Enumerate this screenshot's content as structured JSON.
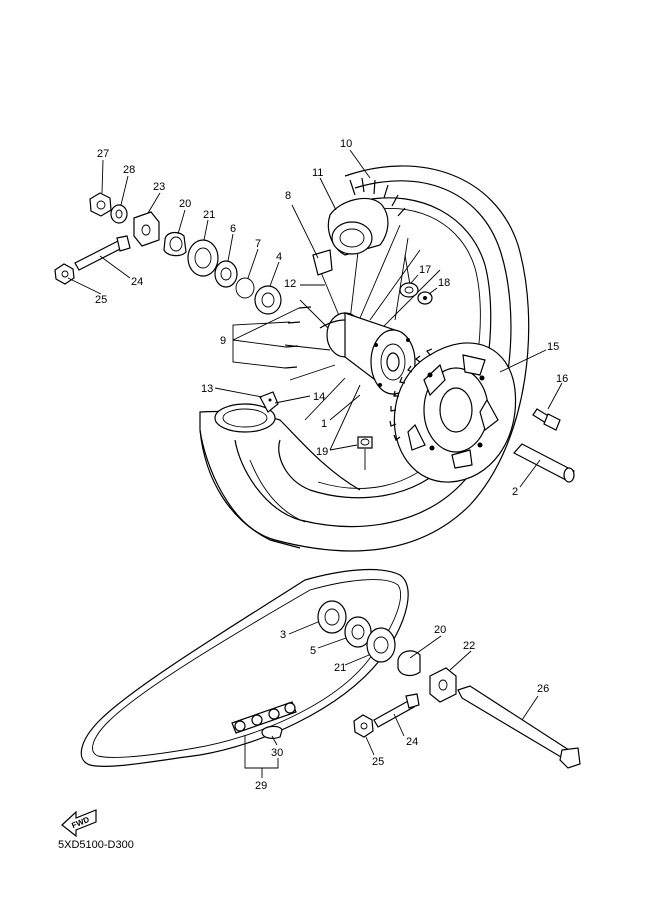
{
  "diagram": {
    "code": "5XD5100-D300",
    "fwd_label": "FWD",
    "callouts": [
      {
        "id": "c27",
        "text": "27"
      },
      {
        "id": "c28",
        "text": "28"
      },
      {
        "id": "c23",
        "text": "23"
      },
      {
        "id": "c20a",
        "text": "20"
      },
      {
        "id": "c21a",
        "text": "21"
      },
      {
        "id": "c6",
        "text": "6"
      },
      {
        "id": "c7",
        "text": "7"
      },
      {
        "id": "c4",
        "text": "4"
      },
      {
        "id": "c24a",
        "text": "24"
      },
      {
        "id": "c25a",
        "text": "25"
      },
      {
        "id": "c10",
        "text": "10"
      },
      {
        "id": "c11",
        "text": "11"
      },
      {
        "id": "c8",
        "text": "8"
      },
      {
        "id": "c12",
        "text": "12"
      },
      {
        "id": "c17",
        "text": "17"
      },
      {
        "id": "c18",
        "text": "18"
      },
      {
        "id": "c9",
        "text": "9"
      },
      {
        "id": "c15",
        "text": "15"
      },
      {
        "id": "c16",
        "text": "16"
      },
      {
        "id": "c13",
        "text": "13"
      },
      {
        "id": "c14",
        "text": "14"
      },
      {
        "id": "c1",
        "text": "1"
      },
      {
        "id": "c19",
        "text": "19"
      },
      {
        "id": "c2",
        "text": "2"
      },
      {
        "id": "c3",
        "text": "3"
      },
      {
        "id": "c5",
        "text": "5"
      },
      {
        "id": "c21b",
        "text": "21"
      },
      {
        "id": "c20b",
        "text": "20"
      },
      {
        "id": "c22",
        "text": "22"
      },
      {
        "id": "c26",
        "text": "26"
      },
      {
        "id": "c24b",
        "text": "24"
      },
      {
        "id": "c25b",
        "text": "25"
      },
      {
        "id": "c30",
        "text": "30"
      },
      {
        "id": "c29",
        "text": "29"
      }
    ]
  }
}
